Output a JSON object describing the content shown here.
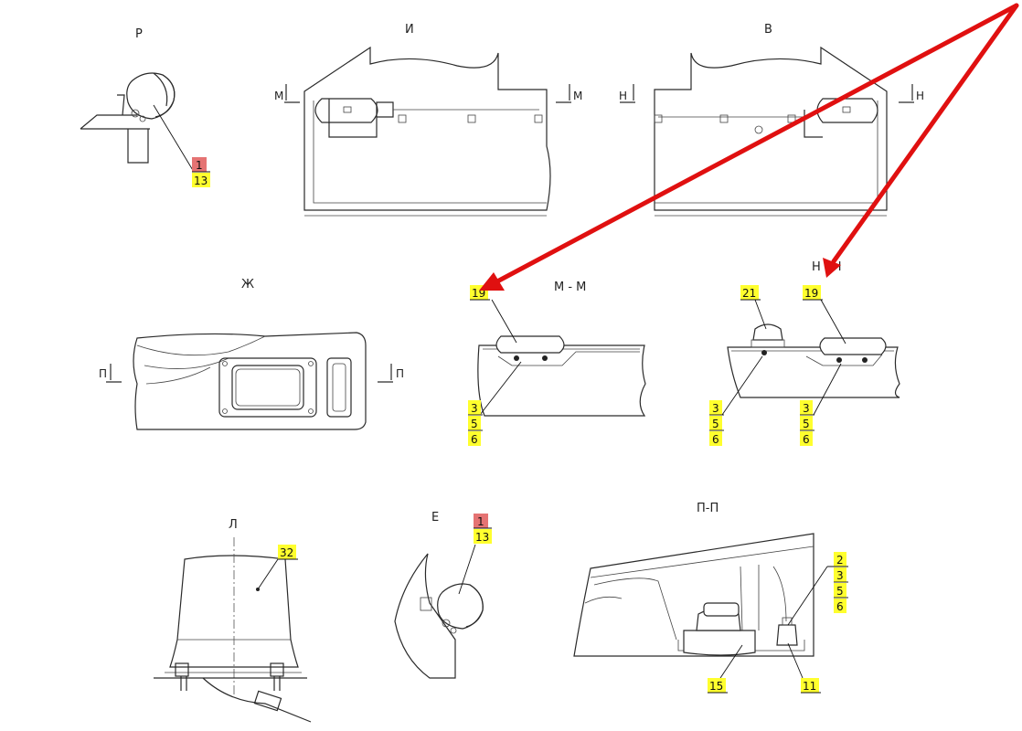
{
  "views": {
    "r": "Р",
    "i": "И",
    "v": "В",
    "zh": "Ж",
    "mm": "М - М",
    "nn": "Н - Н",
    "l": "Л",
    "e": "Е",
    "pp": "П-П"
  },
  "section_marks": {
    "m": "М",
    "n": "Н",
    "p": "П"
  },
  "callouts": {
    "r_1": "1",
    "r_13": "13",
    "e_1": "1",
    "e_13": "13",
    "mm_19": "19",
    "mm_3": "3",
    "mm_5": "5",
    "mm_6": "6",
    "nn_21": "21",
    "nn_19": "19",
    "nn_left_3": "3",
    "nn_left_5": "5",
    "nn_left_6": "6",
    "nn_right_3": "3",
    "nn_right_5": "5",
    "nn_right_6": "6",
    "l_32": "32",
    "pp_2": "2",
    "pp_3": "3",
    "pp_5": "5",
    "pp_6": "6",
    "pp_15": "15",
    "pp_11": "11"
  },
  "colors": {
    "highlight_yellow": "#ffff2e",
    "highlight_red": "#e57373",
    "arrow_red": "#e01010"
  }
}
